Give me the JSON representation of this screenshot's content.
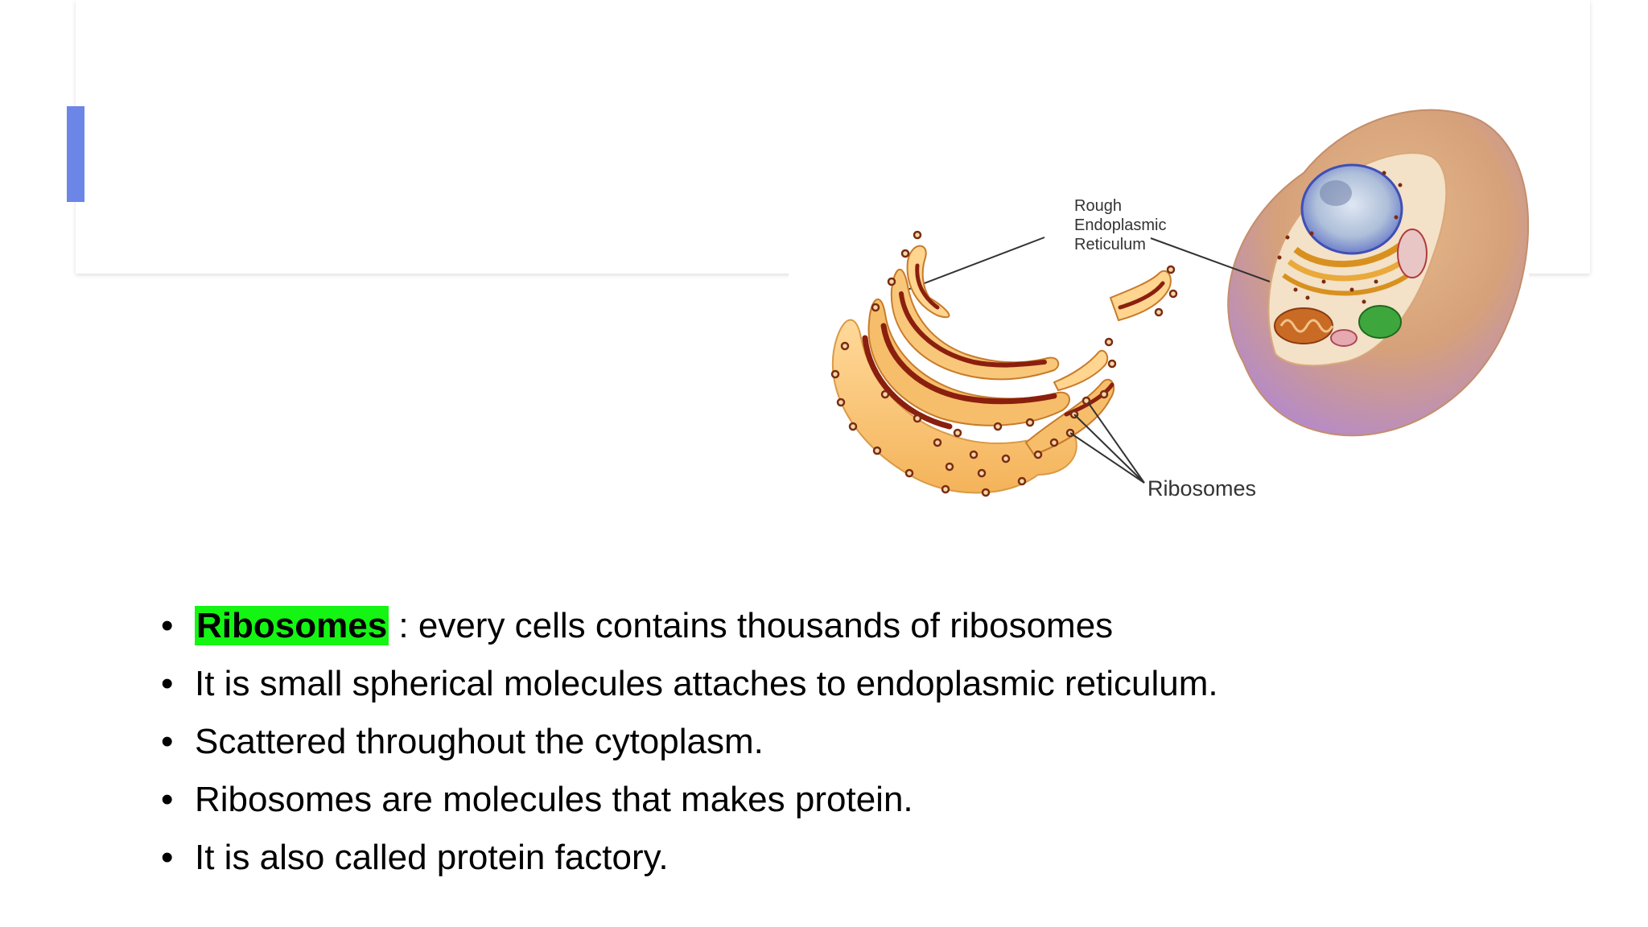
{
  "slide": {
    "accent_color": "#6b86e6",
    "highlight_color": "#14f514"
  },
  "figure": {
    "label_rer": [
      "Rough",
      "Endoplasmic",
      "Reticulum"
    ],
    "label_ribosomes": "Ribosomes"
  },
  "bullets": [
    {
      "highlight": "Ribosomes",
      "text": " : every cells contains thousands of ribosomes"
    },
    {
      "highlight": "",
      "text": "It is small spherical molecules attaches to endoplasmic reticulum."
    },
    {
      "highlight": "",
      "text": "Scattered throughout the cytoplasm."
    },
    {
      "highlight": "",
      "text": "Ribosomes are molecules that makes protein."
    },
    {
      "highlight": "",
      "text": "It is also called protein factory."
    }
  ]
}
